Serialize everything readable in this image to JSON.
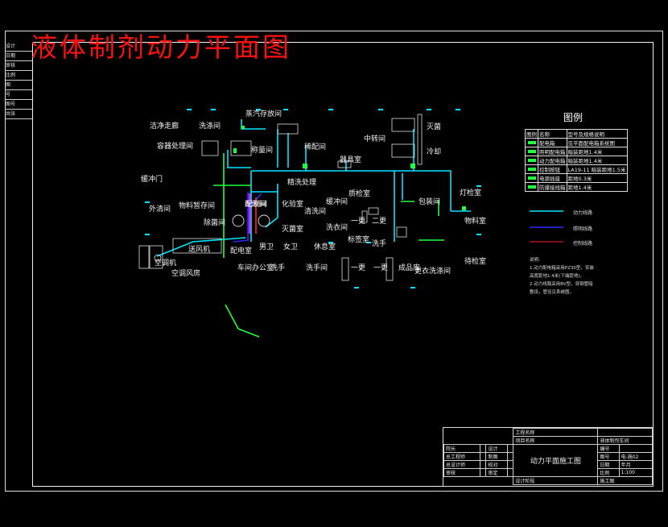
{
  "title": "液体制剂动力平面图",
  "side_column": [
    "设计",
    "日期",
    "审核",
    "比例",
    "图",
    "号",
    "图号",
    "共张"
  ],
  "rooms": [
    {
      "id": "r1",
      "text": "洁净走廊"
    },
    {
      "id": "r2",
      "text": "蒸汽存放间"
    },
    {
      "id": "r3",
      "text": "洗涤间"
    },
    {
      "id": "r4",
      "text": "容器处理间"
    },
    {
      "id": "r5",
      "text": "称量间"
    },
    {
      "id": "r6",
      "text": "配制间"
    },
    {
      "id": "r7",
      "text": "稀配间"
    },
    {
      "id": "r8",
      "text": "中转间"
    },
    {
      "id": "r9",
      "text": "灭菌"
    },
    {
      "id": "r10",
      "text": "冷却"
    },
    {
      "id": "r11",
      "text": "器具室"
    },
    {
      "id": "r12",
      "text": "缓冲门"
    },
    {
      "id": "r13",
      "text": "外清间"
    },
    {
      "id": "r14",
      "text": "物料暂存间"
    },
    {
      "id": "r15",
      "text": "配液间"
    },
    {
      "id": "r16",
      "text": "化验室"
    },
    {
      "id": "r17",
      "text": "精洗处理"
    },
    {
      "id": "r18",
      "text": "灭菌室"
    },
    {
      "id": "r19",
      "text": "缓冲间"
    },
    {
      "id": "r20",
      "text": "质检室"
    },
    {
      "id": "r21",
      "text": "包装间"
    },
    {
      "id": "r22",
      "text": "灯检室"
    },
    {
      "id": "r23",
      "text": "一更"
    },
    {
      "id": "r24",
      "text": "二更"
    },
    {
      "id": "r25",
      "text": "除菌间"
    },
    {
      "id": "r26",
      "text": "清洗间"
    },
    {
      "id": "r27",
      "text": "物料室"
    },
    {
      "id": "r28",
      "text": "洗衣间"
    },
    {
      "id": "r29",
      "text": "标签室"
    },
    {
      "id": "r30",
      "text": "送风机"
    },
    {
      "id": "r31",
      "text": "配电室"
    },
    {
      "id": "r32",
      "text": "男卫"
    },
    {
      "id": "r33",
      "text": "女卫"
    },
    {
      "id": "r34",
      "text": "休息室"
    },
    {
      "id": "r35",
      "text": "洗手"
    },
    {
      "id": "r36",
      "text": "洗手"
    },
    {
      "id": "r37",
      "text": "成品库"
    },
    {
      "id": "r38",
      "text": "洗手间"
    },
    {
      "id": "r39",
      "text": "车间办公室"
    },
    {
      "id": "r40",
      "text": "一更"
    },
    {
      "id": "r41",
      "text": "一更"
    },
    {
      "id": "r42",
      "text": "更衣洗涤间"
    },
    {
      "id": "r43",
      "text": "空调机"
    },
    {
      "id": "r44",
      "text": "空调风房"
    },
    {
      "id": "r45",
      "text": "待检室"
    }
  ],
  "legend": {
    "title": "图例",
    "header": [
      "图例",
      "名称",
      "型号及规格说明"
    ],
    "rows": [
      [
        "",
        "配电箱",
        "见平面配电箱系统图"
      ],
      [
        "",
        "照明配电箱",
        "暗装距地1.4米"
      ],
      [
        "",
        "动力配电箱",
        "暗装距地1.4米"
      ],
      [
        "",
        "控制按钮",
        "LA19-11 暗装距地1.5米"
      ],
      [
        "",
        "电源插座",
        "距地0.3米"
      ],
      [
        "",
        "防爆接线箱",
        "距地1.4米"
      ]
    ],
    "lines": [
      {
        "label": "动力线路",
        "color": "#00ffff"
      },
      {
        "label": "照明线路",
        "color": "#1a1aff"
      },
      {
        "label": "控制线路",
        "color": "#ff2020"
      }
    ]
  },
  "notes": [
    "说明:",
    "1.动力配电箱采用PZ30型，安装",
    "高度距地1.4米(下端距地)。",
    "2.动力线路采用BV型，穿钢管暗",
    "敷设，管径见系统图。"
  ],
  "title_block": {
    "project": "工程名称",
    "item": "项目名称",
    "item_value": "液体制剂车间",
    "drawing_name": "动力平面施工图",
    "rows": [
      [
        "院长",
        "",
        "设计",
        ""
      ],
      [
        "总工程师",
        "",
        "制图",
        ""
      ],
      [
        "总设计师",
        "",
        "校对",
        ""
      ],
      [
        "审核",
        "",
        "审定",
        ""
      ]
    ],
    "right": [
      [
        "编号",
        ""
      ],
      [
        "图号",
        "电-施02"
      ],
      [
        "日期",
        "年月"
      ],
      [
        "比例",
        "1:100"
      ]
    ],
    "phase_label": "设计阶段",
    "phase": "施工图"
  }
}
